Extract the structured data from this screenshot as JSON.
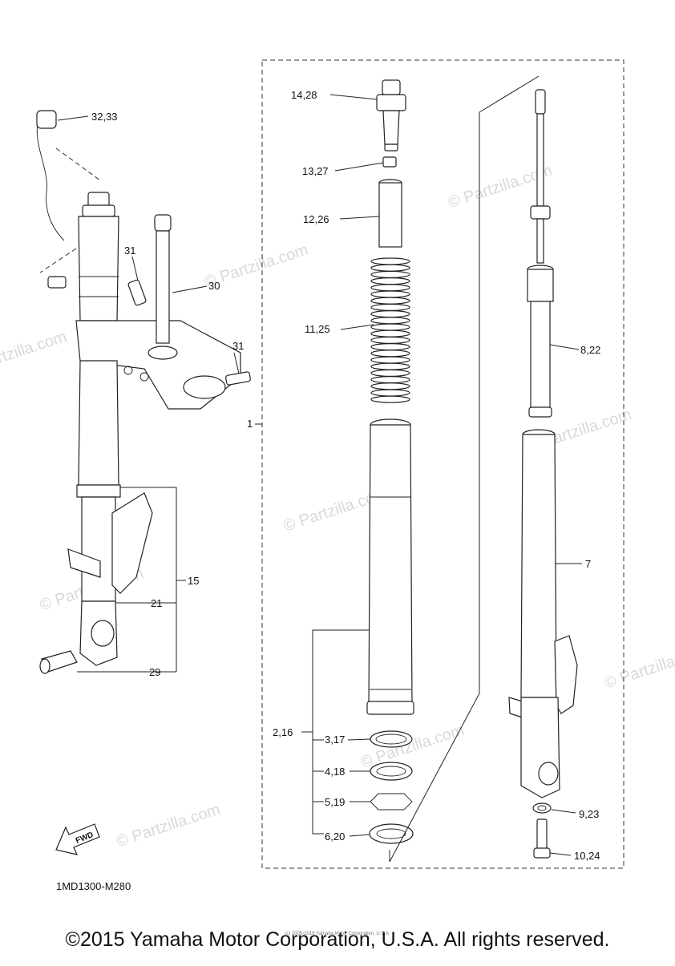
{
  "watermark": "© Partzilla.com",
  "diagram_code": "1MD1300-M280",
  "fwd_label": "FWD",
  "footer": {
    "copyright": "©2015 Yamaha Motor Corporation, U.S.A. All rights reserved.",
    "fineprint": "(c) 2005-2016 Yamaha Motor Corporation, U.S.A."
  },
  "callouts": {
    "c1": "1",
    "c2": "2,16",
    "c3": "3,17",
    "c4": "4,18",
    "c5": "5,19",
    "c6": "6,20",
    "c7": "7",
    "c8": "8,22",
    "c9": "9,23",
    "c10": "10,24",
    "c11": "11,25",
    "c12": "12,26",
    "c13": "13,27",
    "c14": "14,28",
    "c15": "15",
    "c21": "21",
    "c29": "29",
    "c30": "30",
    "c31a": "31",
    "c31b": "31",
    "c32": "32,33"
  }
}
